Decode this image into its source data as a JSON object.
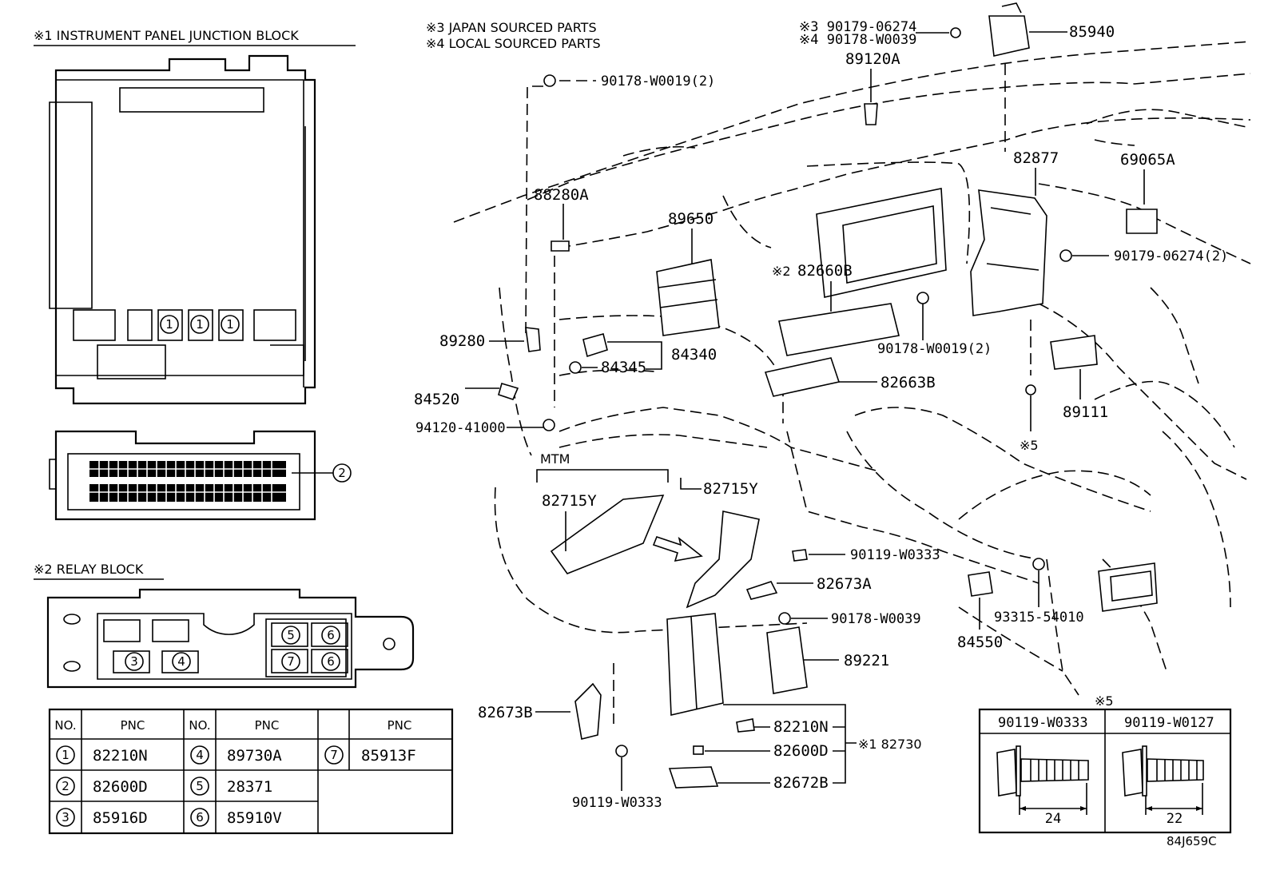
{
  "notes": {
    "junction_block_title": "※1 INSTRUMENT PANEL JUNCTION BLOCK",
    "relay_block_title": "※2 RELAY BLOCK",
    "note_japan": "※3 JAPAN SOURCED PARTS",
    "note_local": "※4 LOCAL SOURCED PARTS",
    "mtm": "MTM",
    "ref5": "※5",
    "drawing_id": "84J659C"
  },
  "table": {
    "headers": [
      "NO.",
      "PNC",
      "NO.",
      "PNC",
      "",
      "PNC"
    ],
    "rows": [
      [
        {
          "no": "1",
          "pnc": "82210N"
        },
        {
          "no": "4",
          "pnc": "89730A"
        },
        {
          "no": "7",
          "pnc": "85913F"
        }
      ],
      [
        {
          "no": "2",
          "pnc": "82600D"
        },
        {
          "no": "5",
          "pnc": "28371"
        }
      ],
      [
        {
          "no": "3",
          "pnc": "85916D"
        },
        {
          "no": "6",
          "pnc": "85910V"
        }
      ]
    ]
  },
  "junction_circles": [
    "1",
    "1",
    "1",
    "2"
  ],
  "relay_circles": [
    "3",
    "4",
    "5",
    "6",
    "7",
    "6"
  ],
  "bolt_table": {
    "ref": "※5",
    "bolts": [
      {
        "pnc": "90119-W0333",
        "length": "24"
      },
      {
        "pnc": "90119-W0127",
        "length": "22"
      }
    ]
  },
  "callouts": {
    "c85940": "85940",
    "c90179_06274_j": "※3 90179-06274",
    "c90178_w0039_l": "※4 90178-W0039",
    "c89120a": "89120A",
    "c90178_w0019_top": "90178-W0019(2)",
    "c88280a": "88280A",
    "c89650": "89650",
    "c82877": "82877",
    "c69065a": "69065A",
    "c90179_06274_2": "90179-06274(2)",
    "c82660b": "82660B",
    "c82660b_ref": "※2",
    "c89280": "89280",
    "c84340": "84340",
    "c84345": "84345",
    "c90178_w0019_mid": "90178-W0019(2)",
    "c82663b": "82663B",
    "c89111": "89111",
    "c84520": "84520",
    "c94120_41000": "94120-41000",
    "c82715y_a": "82715Y",
    "c82715y_b": "82715Y",
    "c90119_w0333_a": "90119-W0333",
    "c82673a": "82673A",
    "c90178_w0039": "90178-W0039",
    "c89221": "89221",
    "c93315_54010": "93315-54010",
    "c84550": "84550",
    "c82673b": "82673B",
    "c82210n": "82210N",
    "c82600d": "82600D",
    "c82730": "※1 82730",
    "c82672b": "82672B",
    "c90119_w0333_b": "90119-W0333"
  }
}
